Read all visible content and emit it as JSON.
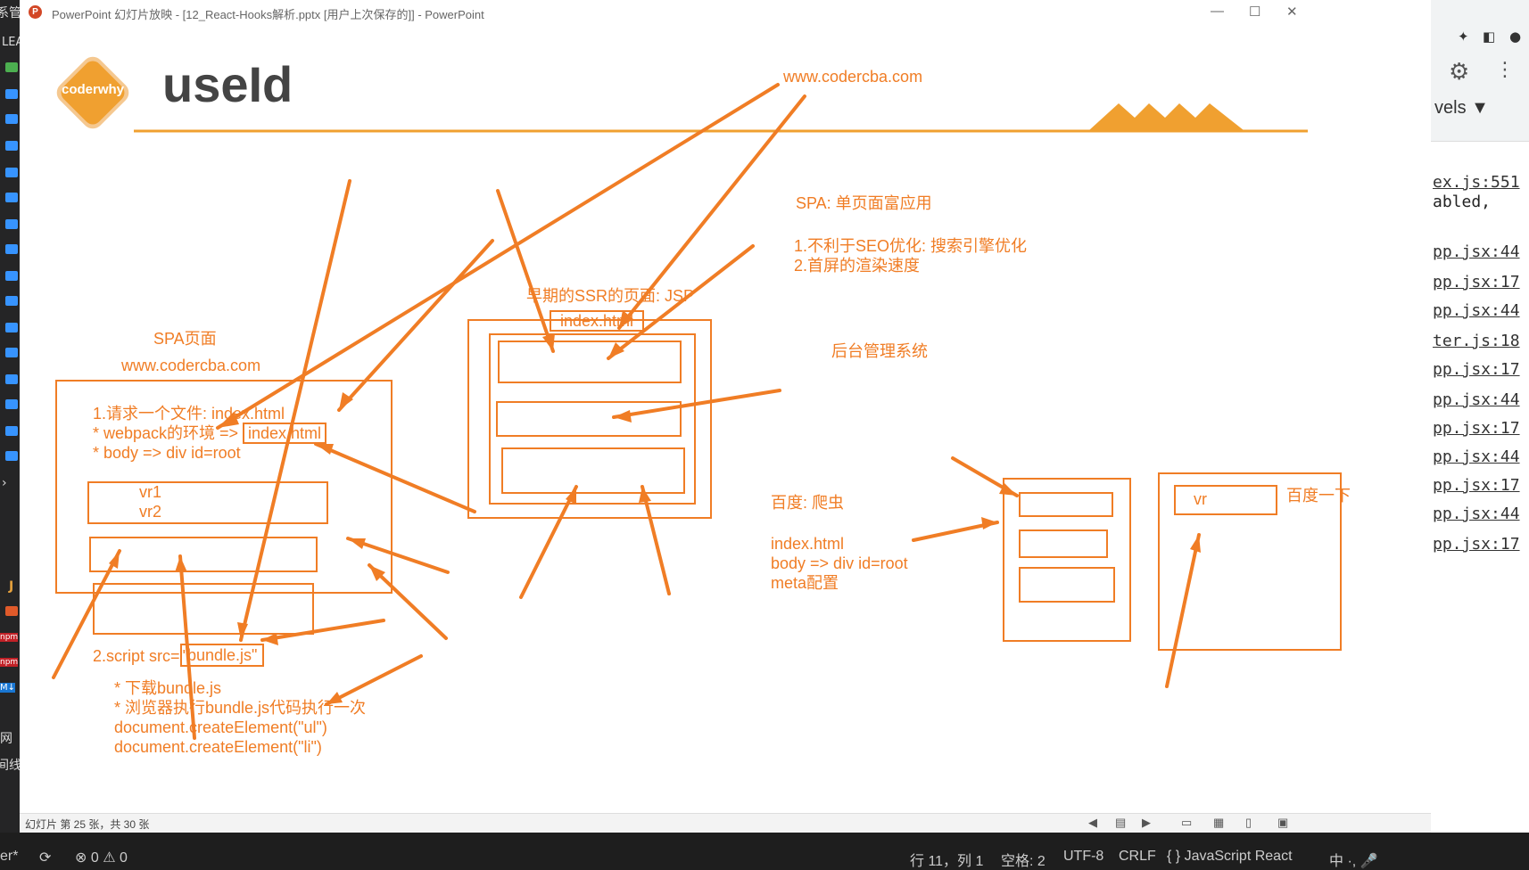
{
  "window": {
    "title": "PowerPoint 幻灯片放映 - [12_React-Hooks解析.pptx [用户上次保存的]] - PowerPoint",
    "minimize": "—",
    "maximize": "☐",
    "close": "✕"
  },
  "vscode_left": {
    "top_text": "系管",
    "lea": "LEA",
    "j": "J",
    "npm1": "npm",
    "npm2": "npm",
    "md": "M↓",
    "wang": "网",
    "xian": "间线",
    "er": "er*"
  },
  "devtools": {
    "levels": "vels ▼",
    "lines": [
      {
        "text": "ex.js:551",
        "underline": true
      },
      {
        "text": "abled,",
        "underline": false
      },
      {
        "text": "pp.jsx:44",
        "underline": true
      },
      {
        "text": "pp.jsx:17",
        "underline": true
      },
      {
        "text": "pp.jsx:44",
        "underline": true
      },
      {
        "text": "ter.js:18",
        "underline": true
      },
      {
        "text": "pp.jsx:17",
        "underline": true
      },
      {
        "text": "pp.jsx:44",
        "underline": true
      },
      {
        "text": "pp.jsx:17",
        "underline": true
      },
      {
        "text": "pp.jsx:44",
        "underline": true
      },
      {
        "text": "pp.jsx:17",
        "underline": true
      },
      {
        "text": "pp.jsx:44",
        "underline": true
      },
      {
        "text": "pp.jsx:17",
        "underline": true
      }
    ]
  },
  "slide": {
    "logo_text": "coderwhy",
    "title": "useId",
    "annotations": {
      "domain_top": "www.codercba.com",
      "spa_title": "SPA: 单页面富应用",
      "spa_point1": "1.不利于SEO优化: 搜索引擎优化",
      "spa_point2": "2.首屏的渲染速度",
      "ssr_title": "早期的SSR的页面: JSP",
      "ssr_file": "index.html",
      "admin": "后台管理系统",
      "spa_page": "SPA页面",
      "domain_left": "www.codercba.com",
      "req1": "1.请求一个文件: index.html",
      "req2": "* webpack的环境 =>",
      "req2_box": "index.html",
      "req3": "* body => div id=root",
      "vr1": "vr1",
      "vr2": "vr2",
      "script": "2.script src=\"",
      "script_box": "bundle.js\"",
      "dl1": "*  下载bundle.js",
      "dl2": "* 浏览器执行bundle.js代码执行一次",
      "dl3": "document.createElement(\"ul\")",
      "dl4": "document.createElement(\"li\")",
      "baidu": "百度: 爬虫",
      "b1": "index.html",
      "b2": "body => div id=root",
      "b3": "meta配置",
      "vr": "vr",
      "baidu_right": "百度一下"
    }
  },
  "slide_status": {
    "counter": "幻灯片 第 25 张，共 30 张"
  },
  "vscode_status": {
    "sync": "⟳",
    "problems": "⊗ 0 ⚠ 0",
    "position": "行 11，列 1",
    "spaces": "空格: 2",
    "encoding": "UTF-8",
    "eol": "CRLF",
    "language": "{ } JavaScript React",
    "ime": "中 ·, 🎤"
  },
  "colors": {
    "accent": "#f07d25",
    "logo_orange": "#f0a030"
  }
}
